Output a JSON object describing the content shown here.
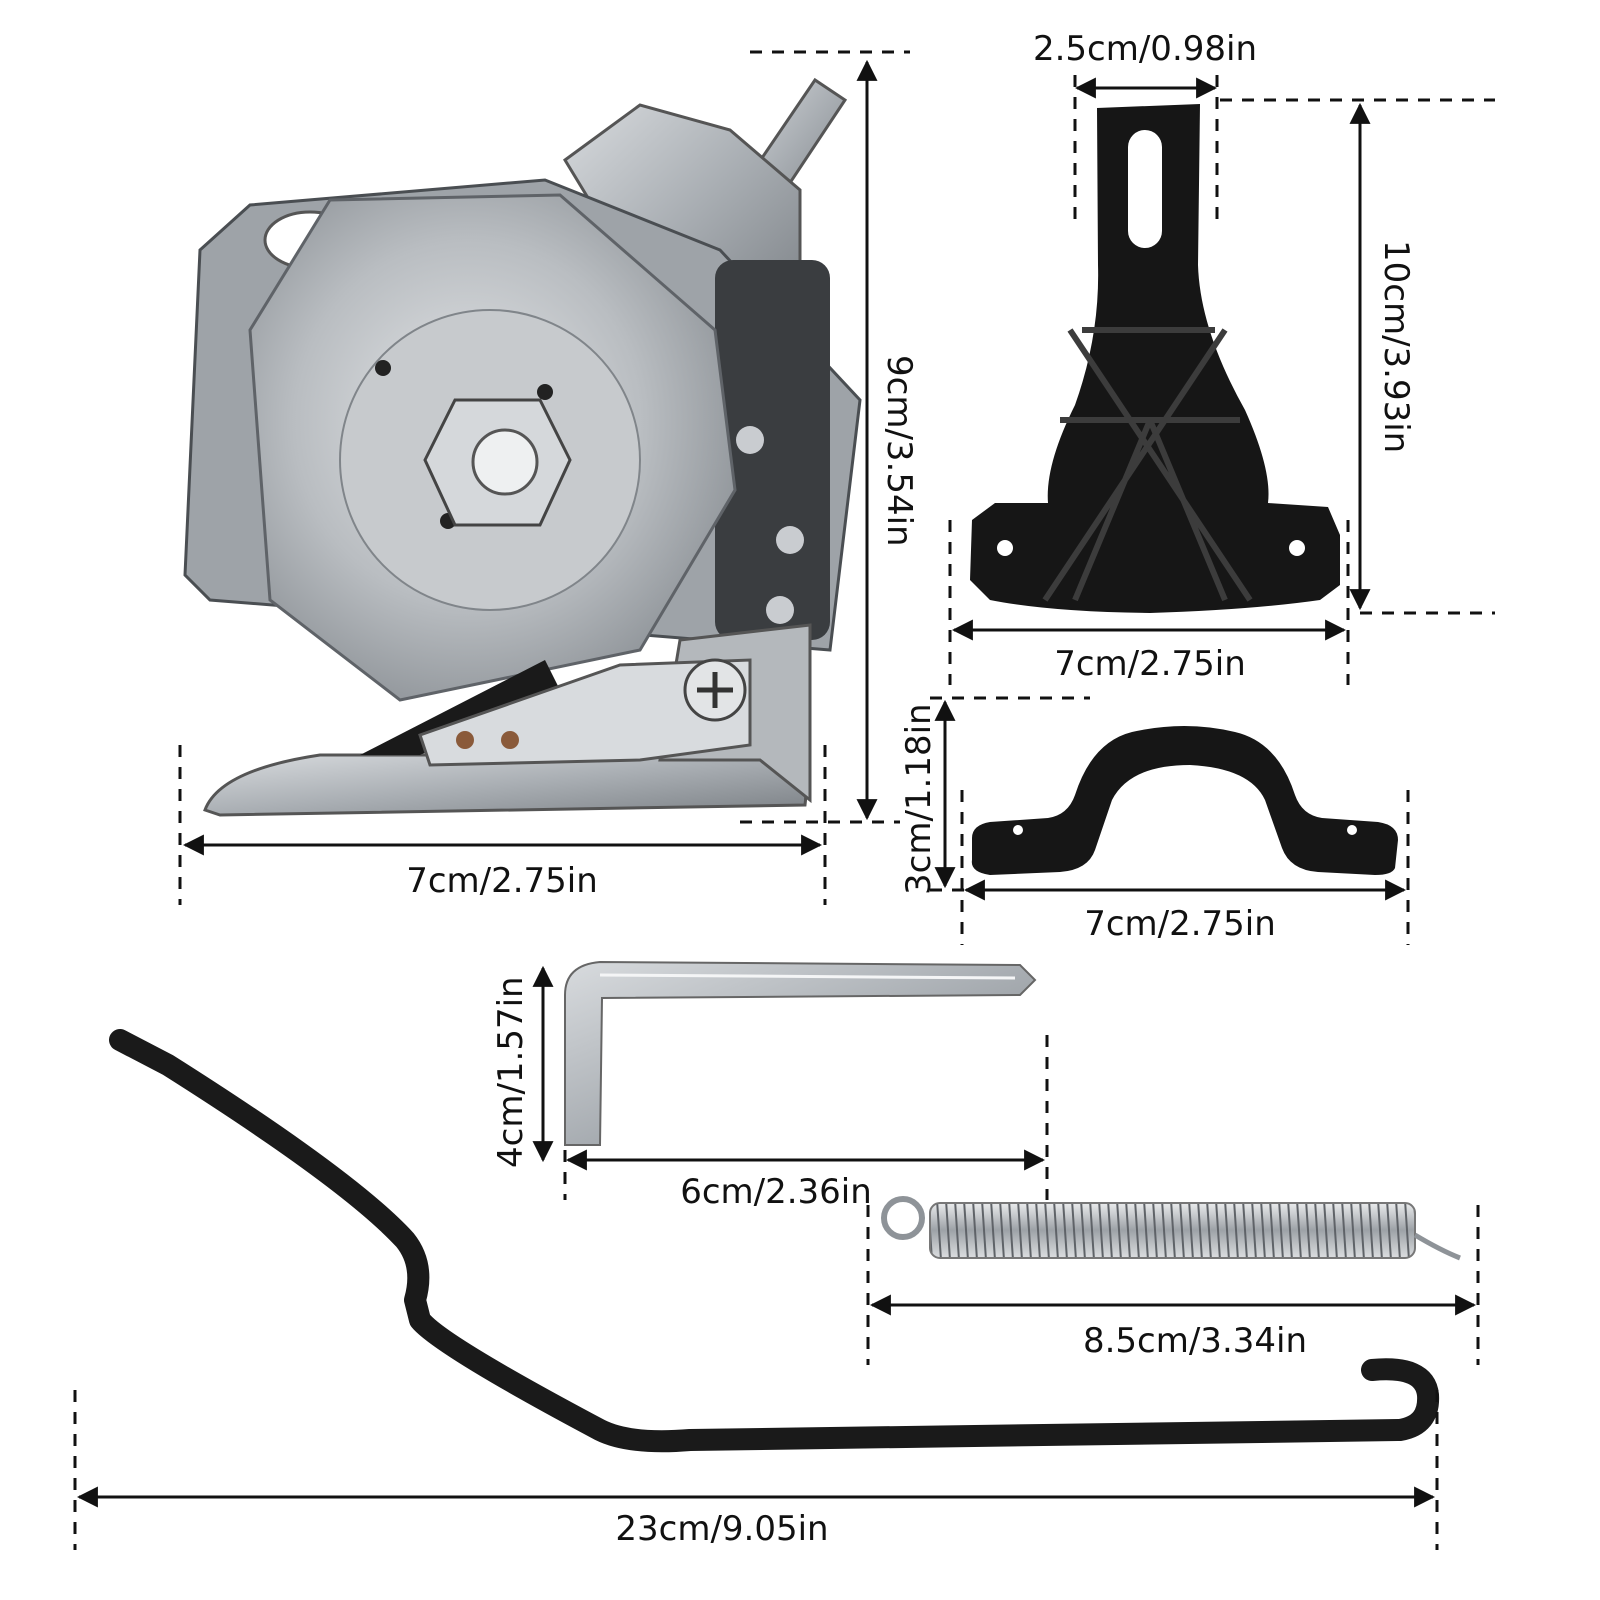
{
  "colors": {
    "background": "#ffffff",
    "metal": "#b8bcc0",
    "metal_dark": "#6e7378",
    "plastic": "#161616",
    "dimension_line": "#111111"
  },
  "labels": {
    "cutter_height": "9cm/3.54in",
    "cutter_width": "7cm/2.75in",
    "holder_top_width": "2.5cm/0.98in",
    "holder_height": "10cm/3.93in",
    "holder_width": "7cm/2.75in",
    "clamp_height": "3cm/1.18in",
    "clamp_width": "7cm/2.75in",
    "wrench_height": "4cm/1.57in",
    "wrench_width": "6cm/2.36in",
    "spring_length": "8.5cm/3.34in",
    "rod_length": "23cm/9.05in"
  }
}
